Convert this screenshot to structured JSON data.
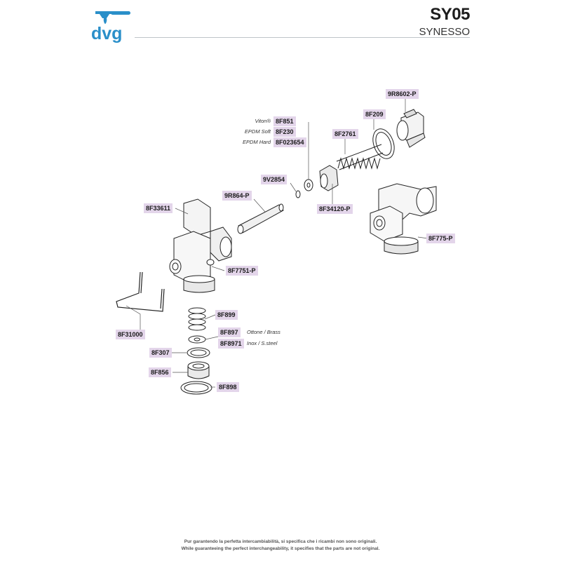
{
  "header": {
    "logo_text": "dvg",
    "model_code": "SY05",
    "brand": "SYNESSO"
  },
  "parts": {
    "p9R8602P": "9R8602-P",
    "p8F209": "8F209",
    "p8F2761": "8F2761",
    "p8F851": "8F851",
    "p8F230": "8F230",
    "p8F023654": "8F023654",
    "p9V2854": "9V2854",
    "p9R864P": "9R864-P",
    "p8F34120P": "8F34120-P",
    "p8F33611": "8F33611",
    "p8F775P": "8F775-P",
    "p8F7751P": "8F7751-P",
    "p8F899": "8F899",
    "p8F897": "8F897",
    "p8F8971": "8F8971",
    "p8F307": "8F307",
    "p8F856": "8F856",
    "p8F898": "8F898",
    "p8F31000": "8F31000"
  },
  "notes": {
    "viton": "Viton®",
    "epdm_soft": "EPDM Soft",
    "epdm_hard": "EPDM Hard",
    "brass": "Ottone / Brass",
    "steel": "Inox / S.steel"
  },
  "footer": {
    "line1": "Pur garantendo la perfetta intercambiabilità, si specifica che i ricambi non sono originali.",
    "line2": "While guaranteeing the perfect interchangeability, it specifies that the parts are not original."
  }
}
